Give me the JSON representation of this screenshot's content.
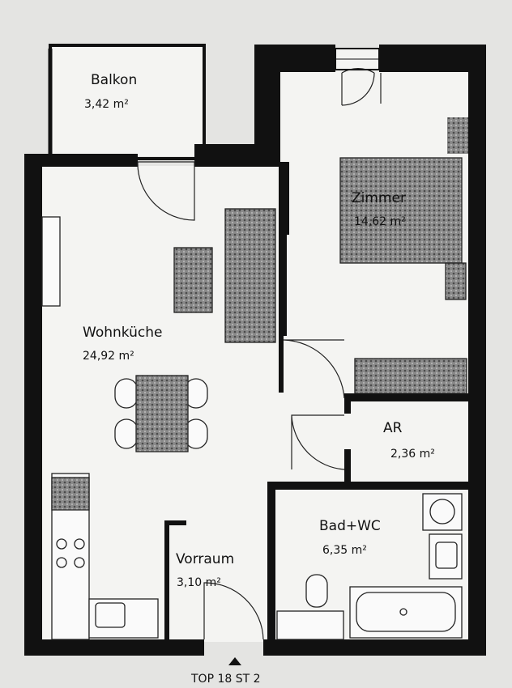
{
  "plan": {
    "unit_id": "TOP 18 ST 2",
    "rooms": [
      {
        "name": "Balkon",
        "area": "3,42 m²"
      },
      {
        "name": "Zimmer",
        "area": "14,62 m²"
      },
      {
        "name": "Wohnküche",
        "area": "24,92 m²"
      },
      {
        "name": "AR",
        "area": "2,36 m²"
      },
      {
        "name": "Bad+WC",
        "area": "6,35 m²"
      },
      {
        "name": "Vorraum",
        "area": "3,10 m²"
      }
    ]
  }
}
